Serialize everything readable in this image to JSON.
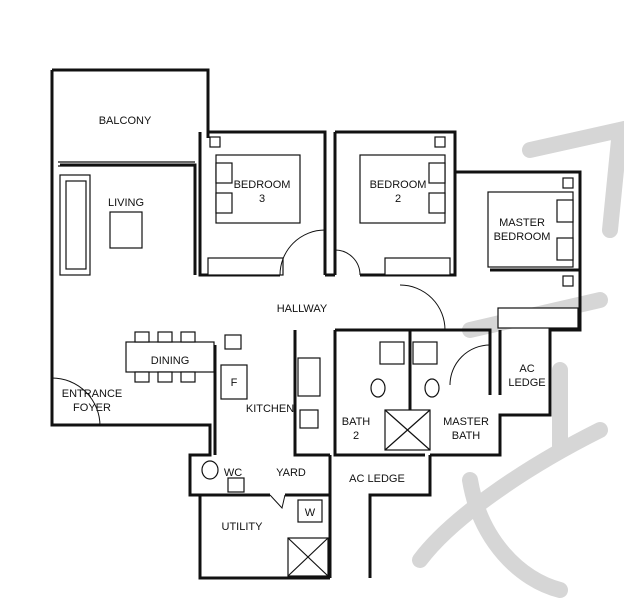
{
  "rooms": {
    "balcony": "BALCONY",
    "living": "LIVING",
    "bedroom3_line1": "BEDROOM",
    "bedroom3_line2": "3",
    "bedroom2_line1": "BEDROOM",
    "bedroom2_line2": "2",
    "master_bedroom_line1": "MASTER",
    "master_bedroom_line2": "BEDROOM",
    "hallway": "HALLWAY",
    "dining": "DINING",
    "entrance_line1": "ENTRANCE",
    "entrance_line2": "FOYER",
    "kitchen": "KITCHEN",
    "fridge": "F",
    "ac_ledge_right_line1": "AC",
    "ac_ledge_right_line2": "LEDGE",
    "bath2_line1": "BATH",
    "bath2_line2": "2",
    "master_bath_line1": "MASTER",
    "master_bath_line2": "BATH",
    "wc": "WC",
    "yard": "YARD",
    "ac_ledge_bottom": "AC LEDGE",
    "utility": "UTILITY",
    "washer": "W"
  },
  "colors": {
    "wall": "#111111",
    "watermark": "#d6d6d6"
  }
}
